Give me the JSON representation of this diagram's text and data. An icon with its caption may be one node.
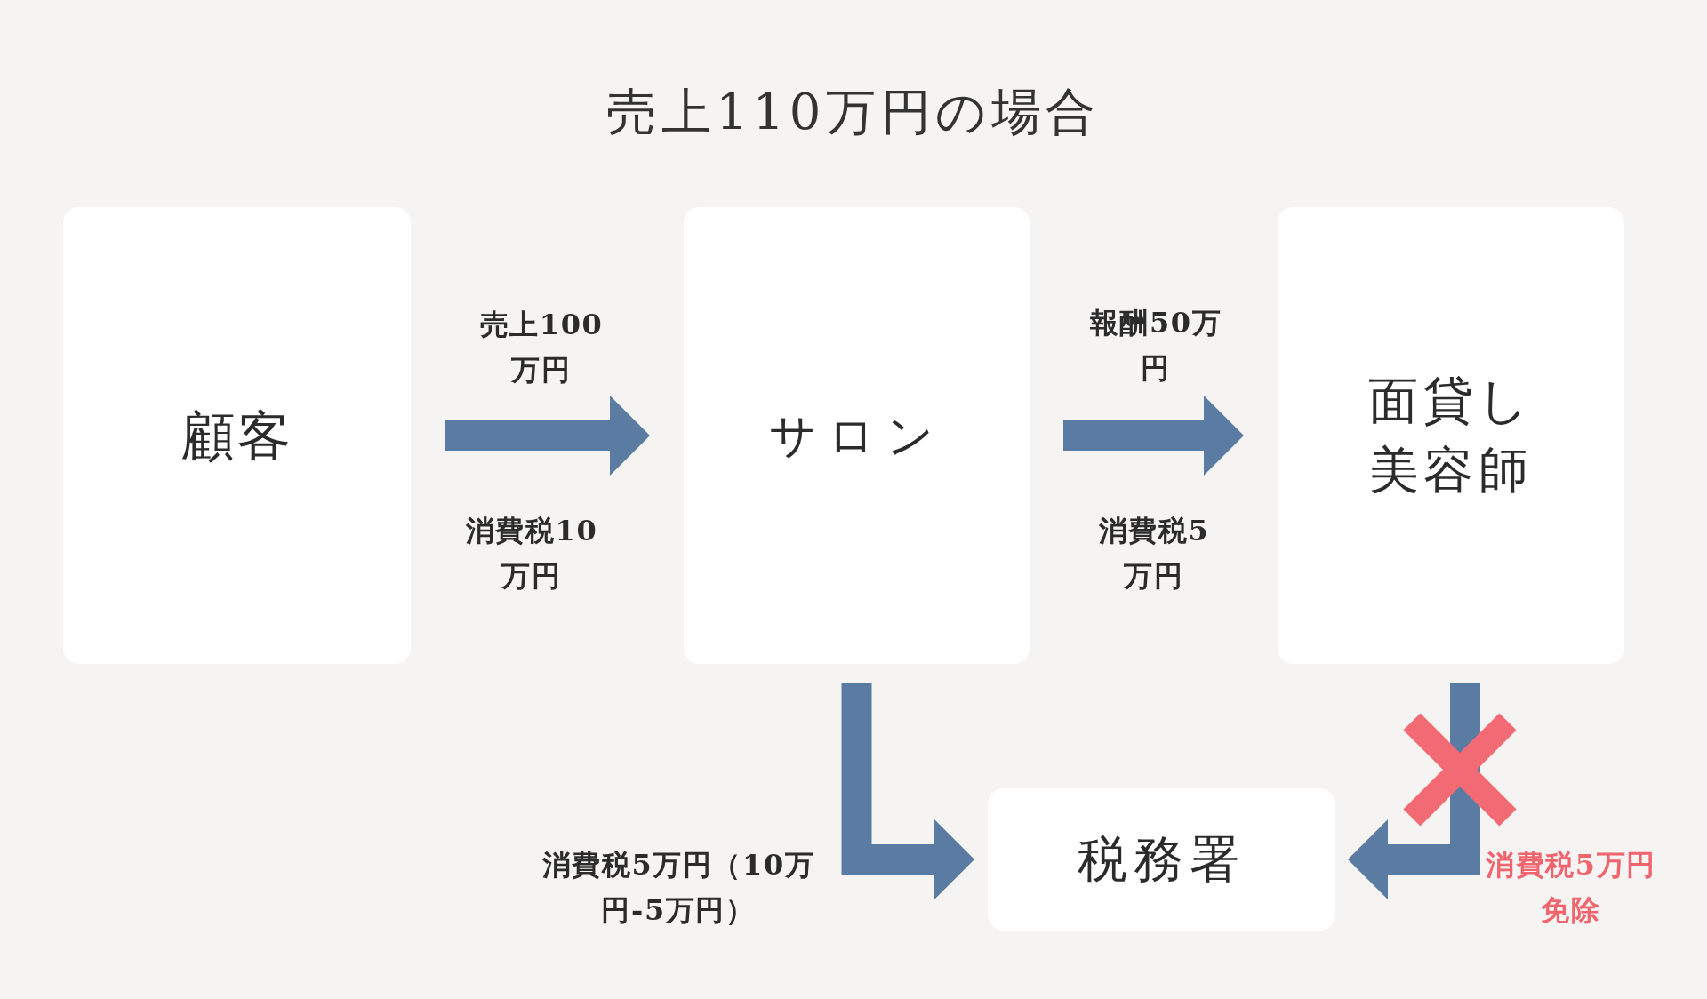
{
  "diagram": {
    "title": "売上110万円の場合",
    "nodes": [
      {
        "text": [
          "顧客"
        ]
      },
      {
        "text": [
          "サロン"
        ]
      },
      {
        "text": [
          "面貸し美容師"
        ]
      },
      {
        "text": [
          "税務署"
        ]
      }
    ],
    "edges": [
      {
        "from": 0,
        "to": 1,
        "arrow": "to",
        "label": "売上100万円"
      },
      {
        "from": 1,
        "to": 2,
        "arrow": "to",
        "label": "報酬50万円"
      },
      {
        "from": 1,
        "to": 3,
        "arrow": "to",
        "label": "消費税5万円（10万円-5万円）"
      },
      {
        "from": 2,
        "to": 3,
        "arrow": "to"
      }
    ],
    "labels": [
      "消費税10万円",
      "消費税5万円",
      "消費税5万円免除"
    ]
  }
}
